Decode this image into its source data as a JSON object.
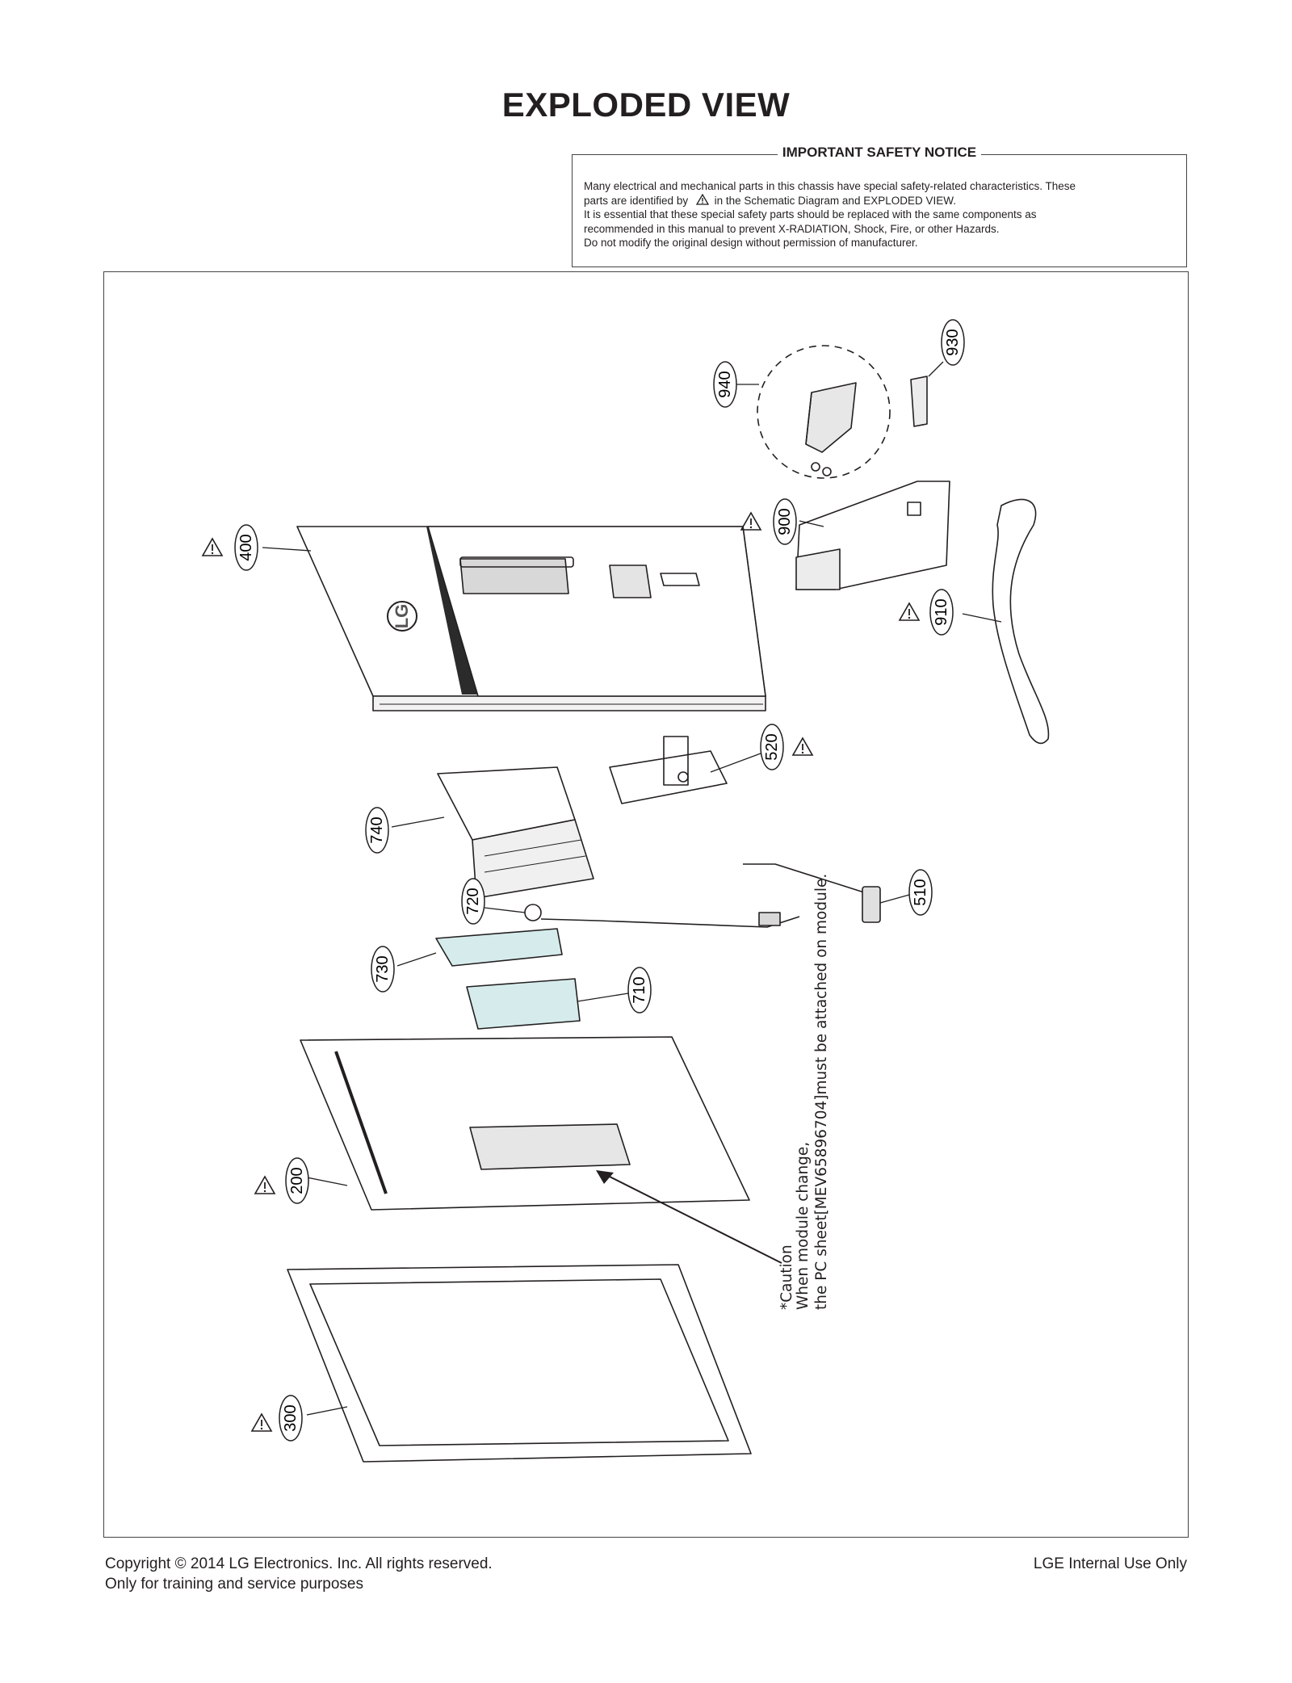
{
  "title": "EXPLODED VIEW",
  "notice": {
    "heading": "IMPORTANT SAFETY NOTICE",
    "line1": "Many electrical and mechanical parts in this chassis have special safety-related characteristics. These",
    "line2a": "parts are identified by",
    "line2b": "in the Schematic Diagram and EXPLODED VIEW.",
    "line3": "It is essential that these special safety parts should be replaced with the same components as",
    "line4": "recommended in this manual to prevent X-RADIATION, Shock, Fire, or other Hazards.",
    "line5": "Do not modify the original design without permission of manufacturer."
  },
  "parts": [
    {
      "label": "400",
      "safety": true
    },
    {
      "label": "940",
      "safety": false
    },
    {
      "label": "930",
      "safety": false
    },
    {
      "label": "900",
      "safety": true
    },
    {
      "label": "910",
      "safety": true
    },
    {
      "label": "520",
      "safety": true
    },
    {
      "label": "740",
      "safety": false
    },
    {
      "label": "510",
      "safety": false
    },
    {
      "label": "720",
      "safety": false
    },
    {
      "label": "730",
      "safety": false
    },
    {
      "label": "710",
      "safety": false
    },
    {
      "label": "200",
      "safety": true
    },
    {
      "label": "300",
      "safety": true
    }
  ],
  "caution": {
    "line1": "*Caution",
    "line2": "When module change,",
    "line3": "the PC sheet[MEV65896704]must be attached on module."
  },
  "logo_text": "LG",
  "footer": {
    "copyright": "Copyright  © 2014  LG Electronics. Inc. All rights reserved.",
    "purpose": "Only for training and service purposes",
    "internal": "LGE Internal Use Only"
  }
}
